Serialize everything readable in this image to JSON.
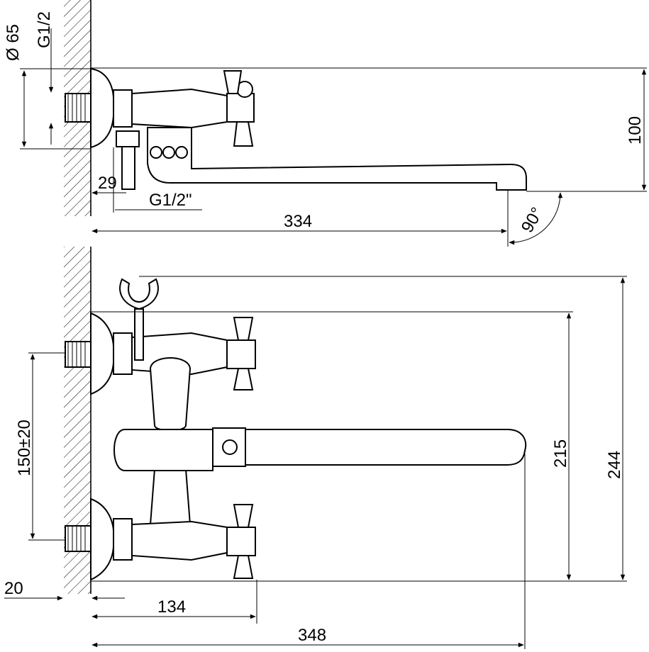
{
  "top_view": {
    "dia": "Ø 65",
    "thread_wall": "G1/2",
    "thread_outlet": "G1/2\"",
    "dim_29": "29",
    "dim_334": "334",
    "dim_100": "100",
    "angle": "90°"
  },
  "front_view": {
    "dim_150": "150±20",
    "dim_20": "20",
    "dim_134": "134",
    "dim_348": "348",
    "dim_215": "215",
    "dim_244": "244"
  }
}
